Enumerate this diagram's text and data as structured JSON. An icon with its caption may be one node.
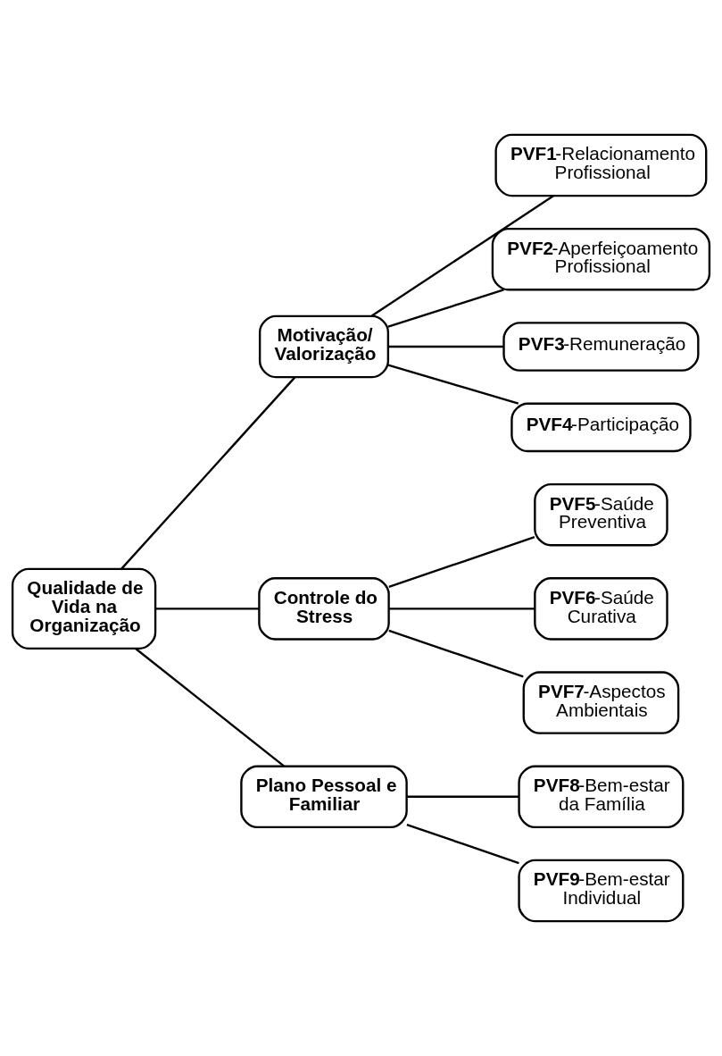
{
  "diagram": {
    "nodes": [
      {
        "text": [
          "Qualidade de Vida na Organização"
        ]
      },
      {
        "text": [
          "Motivação/ Valorização"
        ]
      },
      {
        "text": [
          "**PVF1**-Relacionamento Profissional"
        ]
      },
      {
        "text": [
          "**PVF2**-Aperfeiçoamento Profissional"
        ]
      },
      {
        "text": [
          "**PVF3**-Remuneração"
        ]
      },
      {
        "text": [
          "**PVF4**-Participação"
        ]
      },
      {
        "text": [
          "Controle do Stress"
        ]
      },
      {
        "text": [
          "**PVF5**-Saúde Preventiva"
        ]
      },
      {
        "text": [
          "**PVF6**-Saúde Curativa"
        ]
      },
      {
        "text": [
          "**PVF7**-Aspectos Ambientais"
        ]
      },
      {
        "text": [
          "Plano Pessoal e Familiar"
        ]
      },
      {
        "text": [
          "**PVF8**-Bem-estar da Família"
        ]
      },
      {
        "text": [
          "**PVF9**-Bem-estar Individual"
        ]
      }
    ],
    "edges": [
      {
        "from": 0,
        "to": 1,
        "arrow": "none"
      },
      {
        "from": 0,
        "to": 6,
        "arrow": "none"
      },
      {
        "from": 0,
        "to": 10,
        "arrow": "none"
      },
      {
        "from": 1,
        "to": 2,
        "arrow": "none"
      },
      {
        "from": 1,
        "to": 3,
        "arrow": "none"
      },
      {
        "from": 1,
        "to": 4,
        "arrow": "none"
      },
      {
        "from": 1,
        "to": 5,
        "arrow": "none"
      },
      {
        "from": 6,
        "to": 7,
        "arrow": "none"
      },
      {
        "from": 6,
        "to": 8,
        "arrow": "none"
      },
      {
        "from": 6,
        "to": 9,
        "arrow": "none"
      },
      {
        "from": 10,
        "to": 11,
        "arrow": "none"
      },
      {
        "from": 10,
        "to": 12,
        "arrow": "none"
      }
    ]
  }
}
